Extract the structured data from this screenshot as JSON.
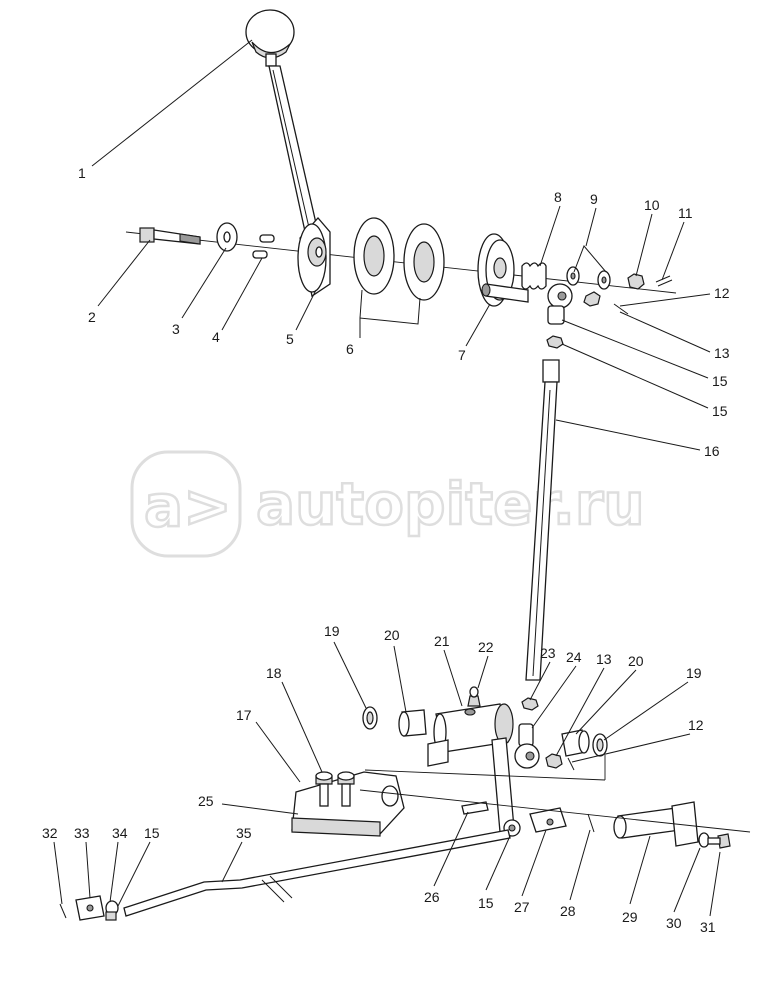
{
  "watermark": {
    "logo_text": "a>",
    "site_text": "autopiter.ru"
  },
  "callouts": [
    {
      "id": "c1",
      "text": "1"
    },
    {
      "id": "c2",
      "text": "2"
    },
    {
      "id": "c3",
      "text": "3"
    },
    {
      "id": "c4",
      "text": "4"
    },
    {
      "id": "c5",
      "text": "5"
    },
    {
      "id": "c6",
      "text": "6"
    },
    {
      "id": "c7",
      "text": "7"
    },
    {
      "id": "c8",
      "text": "8"
    },
    {
      "id": "c9",
      "text": "9"
    },
    {
      "id": "c10",
      "text": "10"
    },
    {
      "id": "c11",
      "text": "11"
    },
    {
      "id": "c12a",
      "text": "12"
    },
    {
      "id": "c13a",
      "text": "13"
    },
    {
      "id": "c15a",
      "text": "15"
    },
    {
      "id": "c15b",
      "text": "15"
    },
    {
      "id": "c16",
      "text": "16"
    },
    {
      "id": "c19a",
      "text": "19"
    },
    {
      "id": "c20a",
      "text": "20"
    },
    {
      "id": "c21",
      "text": "21"
    },
    {
      "id": "c22",
      "text": "22"
    },
    {
      "id": "c23",
      "text": "23"
    },
    {
      "id": "c24",
      "text": "24"
    },
    {
      "id": "c13b",
      "text": "13"
    },
    {
      "id": "c20b",
      "text": "20"
    },
    {
      "id": "c19b",
      "text": "19"
    },
    {
      "id": "c18",
      "text": "18"
    },
    {
      "id": "c17",
      "text": "17"
    },
    {
      "id": "c12b",
      "text": "12"
    },
    {
      "id": "c25",
      "text": "25"
    },
    {
      "id": "c32",
      "text": "32"
    },
    {
      "id": "c33",
      "text": "33"
    },
    {
      "id": "c34",
      "text": "34"
    },
    {
      "id": "c15c",
      "text": "15"
    },
    {
      "id": "c35",
      "text": "35"
    },
    {
      "id": "c26",
      "text": "26"
    },
    {
      "id": "c15d",
      "text": "15"
    },
    {
      "id": "c27",
      "text": "27"
    },
    {
      "id": "c28",
      "text": "28"
    },
    {
      "id": "c29",
      "text": "29"
    },
    {
      "id": "c30",
      "text": "30"
    },
    {
      "id": "c31",
      "text": "31"
    }
  ]
}
